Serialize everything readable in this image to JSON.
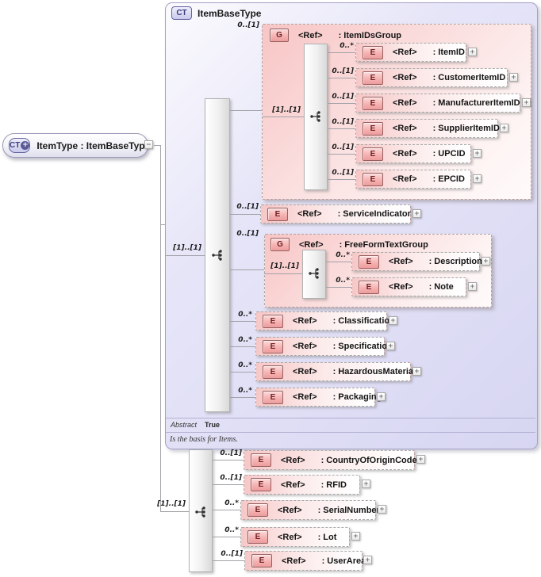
{
  "root_node": {
    "badge": "CT",
    "badge_plus": "+",
    "label": "ItemType : ItemBaseType",
    "collapse_glyph": "−"
  },
  "base_type_box": {
    "badge": "CT",
    "title": "ItemBaseType",
    "seq_mult": "[1]..[1]",
    "abstract_label": "Abstract",
    "abstract_value": "True",
    "annotation": "Is the basis for Items."
  },
  "item_ids_group": {
    "mult": "0..[1]",
    "badge": "G",
    "ref": "<Ref>",
    "name": ": ItemIDsGroup",
    "seq_mult": "[1]..[1]",
    "elements": [
      {
        "mult": "0..*",
        "badge": "E",
        "ref": "<Ref>",
        "name": ": ItemID",
        "expand": "+"
      },
      {
        "mult": "0..[1]",
        "badge": "E",
        "ref": "<Ref>",
        "name": ": CustomerItemID",
        "expand": "+"
      },
      {
        "mult": "0..[1]",
        "badge": "E",
        "ref": "<Ref>",
        "name": ": ManufacturerItemID",
        "expand": "+"
      },
      {
        "mult": "0..[1]",
        "badge": "E",
        "ref": "<Ref>",
        "name": ": SupplierItemID",
        "expand": "+"
      },
      {
        "mult": "0..[1]",
        "badge": "E",
        "ref": "<Ref>",
        "name": ": UPCID",
        "expand": "+"
      },
      {
        "mult": "0..[1]",
        "badge": "E",
        "ref": "<Ref>",
        "name": ": EPCID",
        "expand": "+"
      }
    ]
  },
  "service_indicator": {
    "mult": "0..[1]",
    "badge": "E",
    "ref": "<Ref>",
    "name": ": ServiceIndicator",
    "expand": "+"
  },
  "free_form_group": {
    "mult": "0..[1]",
    "badge": "G",
    "ref": "<Ref>",
    "name": ": FreeFormTextGroup",
    "seq_mult": "[1]..[1]",
    "elements": [
      {
        "mult": "0..*",
        "badge": "E",
        "ref": "<Ref>",
        "name": ": Description",
        "expand": "+"
      },
      {
        "mult": "0..*",
        "badge": "E",
        "ref": "<Ref>",
        "name": ": Note",
        "expand": "+"
      }
    ]
  },
  "base_elements": [
    {
      "mult": "0..*",
      "badge": "E",
      "ref": "<Ref>",
      "name": ": Classification",
      "expand": "+"
    },
    {
      "mult": "0..*",
      "badge": "E",
      "ref": "<Ref>",
      "name": ": Specification",
      "expand": "+"
    },
    {
      "mult": "0..*",
      "badge": "E",
      "ref": "<Ref>",
      "name": ": HazardousMaterial",
      "expand": "+"
    },
    {
      "mult": "0..*",
      "badge": "E",
      "ref": "<Ref>",
      "name": ": Packaging",
      "expand": "+"
    }
  ],
  "item_type_sequence": {
    "seq_mult": "[1]..[1]",
    "elements": [
      {
        "mult": "0..[1]",
        "badge": "E",
        "ref": "<Ref>",
        "name": ": CountryOfOriginCode",
        "expand": "+"
      },
      {
        "mult": "0..[1]",
        "badge": "E",
        "ref": "<Ref>",
        "name": ": RFID",
        "expand": "+"
      },
      {
        "mult": "0..*",
        "badge": "E",
        "ref": "<Ref>",
        "name": ": SerialNumber",
        "expand": "+"
      },
      {
        "mult": "0..*",
        "badge": "E",
        "ref": "<Ref>",
        "name": ": Lot",
        "expand": "+"
      },
      {
        "mult": "0..[1]",
        "badge": "E",
        "ref": "<Ref>",
        "name": ": UserArea",
        "expand": "+"
      }
    ]
  },
  "colors": {
    "base_box_fill": "#dcdbf6",
    "group_fill": "#f8c5c5",
    "element_fill": "#f7c7c7",
    "badge_fill": "#f5b2b2",
    "badge_border": "#946060",
    "ct_badge_fill": "#c9c9ec",
    "ct_badge_border": "#63639e",
    "connector": "#a2a2a8"
  }
}
